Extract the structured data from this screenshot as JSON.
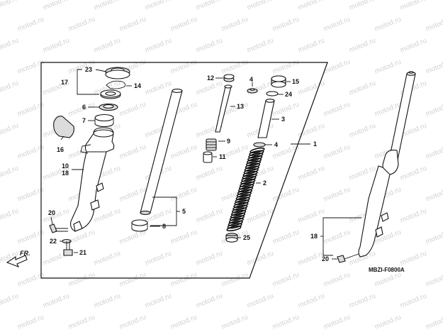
{
  "diagram": {
    "code": "MBZI-F0800A",
    "direction_label": "FR.",
    "watermark": "motod.ru",
    "callouts": {
      "p1": "1",
      "p2": "2",
      "p3": "3",
      "p4a": "4",
      "p4b": "4",
      "p5": "5",
      "p6": "6",
      "p7": "7",
      "p8": "8",
      "p9": "9",
      "p10": "10",
      "p11": "11",
      "p12": "12",
      "p13": "13",
      "p14": "14",
      "p15": "15",
      "p16": "16",
      "p17": "17",
      "p18a": "18",
      "p18b": "18",
      "p20a": "20",
      "p20b": "20",
      "p21": "21",
      "p22": "22",
      "p23": "23",
      "p24": "24",
      "p25": "25"
    }
  }
}
